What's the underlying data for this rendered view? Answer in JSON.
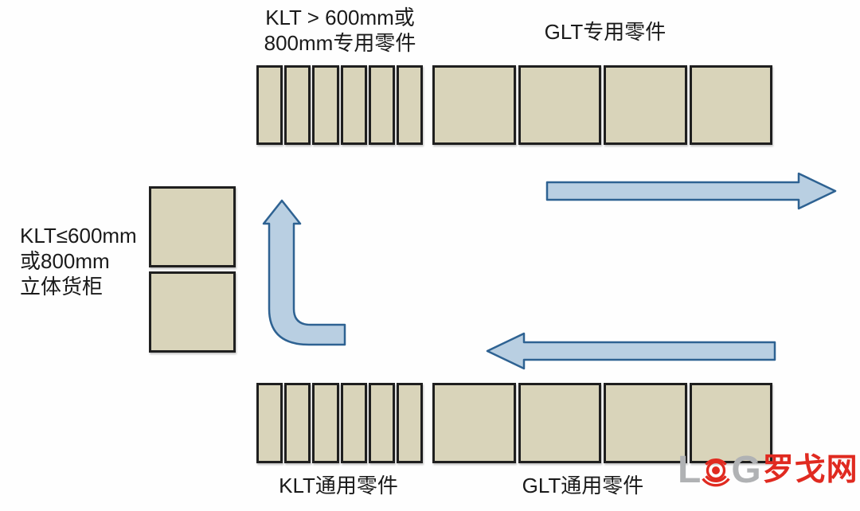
{
  "labels": {
    "top_klt": {
      "line1": "KLT > 600mm或",
      "line2": "800mm专用零件"
    },
    "top_glt": "GLT专用零件",
    "left_stack": {
      "line1": "KLT≤600mm",
      "line2": "或800mm",
      "line3": "立体货柜"
    },
    "bottom_klt": "KLT通用零件",
    "bottom_glt": "GLT通用零件"
  },
  "racks": {
    "top_klt": {
      "cells": 6,
      "orientation": "horizontal-narrow"
    },
    "top_glt": {
      "cells": 4,
      "orientation": "horizontal-wide"
    },
    "left_stack": {
      "cells": 2,
      "orientation": "vertical"
    },
    "bottom_klt": {
      "cells": 6,
      "orientation": "horizontal-narrow"
    },
    "bottom_glt": {
      "cells": 4,
      "orientation": "horizontal-wide"
    }
  },
  "arrows": {
    "top_right": {
      "direction": "right"
    },
    "middle_left": {
      "direction": "left"
    },
    "elbow_up": {
      "direction": "up-from-right"
    }
  },
  "watermark": {
    "letter_l": "L",
    "letter_g": "G",
    "cn_text": "罗戈网",
    "icon": "bullseye-target-icon"
  },
  "colors": {
    "background": "#fefefe",
    "text": "#1a1a1a",
    "rack_fill": "#d9d4ba",
    "rack_border": "#1f1f1f",
    "arrow_fill": "#b9cfe2",
    "arrow_stroke": "#2e6292",
    "watermark_gray": "#b0b2b4",
    "watermark_red": "#e02a20"
  }
}
